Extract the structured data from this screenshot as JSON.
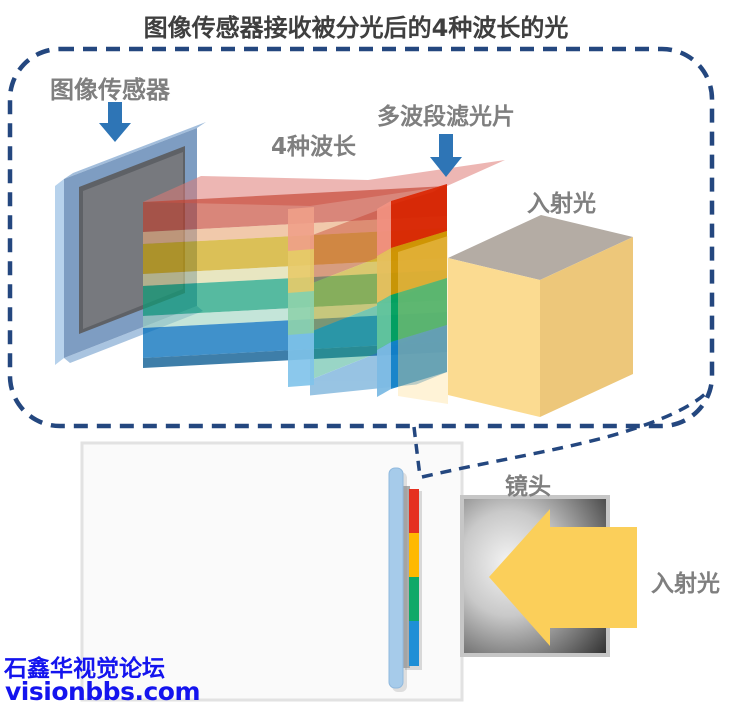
{
  "title": "图像传感器接收被分光后的4种波长的光",
  "diagram": {
    "sensor_label": "图像传感器",
    "wavelengths_label": "4种波长",
    "filter_label": "多波段滤光片",
    "incident_label": "入射光"
  },
  "camera": {
    "lens_label": "镜头",
    "incident_label": "入射光"
  },
  "watermark": {
    "forum": "石鑫华视觉论坛",
    "site": "visionbbs.com"
  },
  "colors": {
    "navy": "#24477F",
    "arrow_blue": "#2E75B6",
    "title_gray": "#3F3F3F",
    "label_gray": "#7F7F7F",
    "band_red": "#C23B28",
    "band_yellow": "#C99F00",
    "band_green": "#0E9D78",
    "band_blue": "#0A72BD",
    "filter_red": "#D82400",
    "filter_yellow": "#CE9200",
    "filter_green": "#00A05C",
    "filter_blue": "#0F7FC8",
    "cube_top": "#B4ACA4",
    "cube_front": "#FBDB91",
    "cube_side": "#EDC77A",
    "sensor_frame": "#7E9DC2",
    "sensor_inner": "#77797E",
    "chip_red": "#E53020",
    "chip_yellow": "#FFB900",
    "chip_green": "#0FA968",
    "chip_blue": "#1F8FD6",
    "chip_bar_blue": "#A6CBEA",
    "arrow_yellow": "#FBCF5A",
    "watermark_blue": "#1414EE"
  }
}
